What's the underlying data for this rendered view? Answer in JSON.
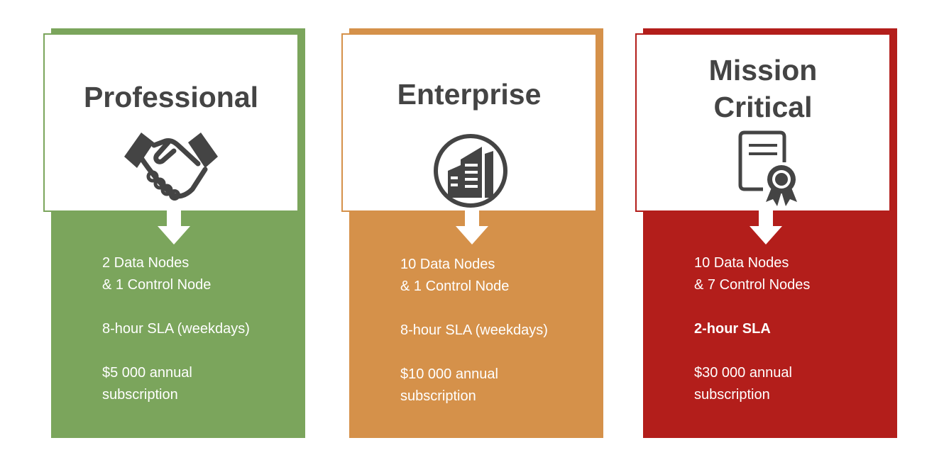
{
  "tiers": [
    {
      "title_lines": [
        "Professional"
      ],
      "icon": "handshake-icon",
      "color": "#7ba55c",
      "nodes_line1": "2 Data Nodes",
      "nodes_line2": "& 1 Control Node",
      "sla": "8-hour SLA (weekdays)",
      "price_line1": "$5 000 annual",
      "price_line2": "subscription"
    },
    {
      "title_lines": [
        "Enterprise"
      ],
      "icon": "building-icon",
      "color": "#d5914a",
      "nodes_line1": "10 Data Nodes",
      "nodes_line2": "& 1 Control Node",
      "sla": "8-hour SLA (weekdays)",
      "price_line1": "$10 000 annual",
      "price_line2": "subscription"
    },
    {
      "title_lines": [
        "Mission",
        "Critical"
      ],
      "icon": "certificate-icon",
      "color": "#b31e1b",
      "nodes_line1": "10 Data Nodes",
      "nodes_line2": "& 7 Control Nodes",
      "sla": "2-hour SLA",
      "price_line1": "$30 000 annual",
      "price_line2": "subscription"
    }
  ]
}
